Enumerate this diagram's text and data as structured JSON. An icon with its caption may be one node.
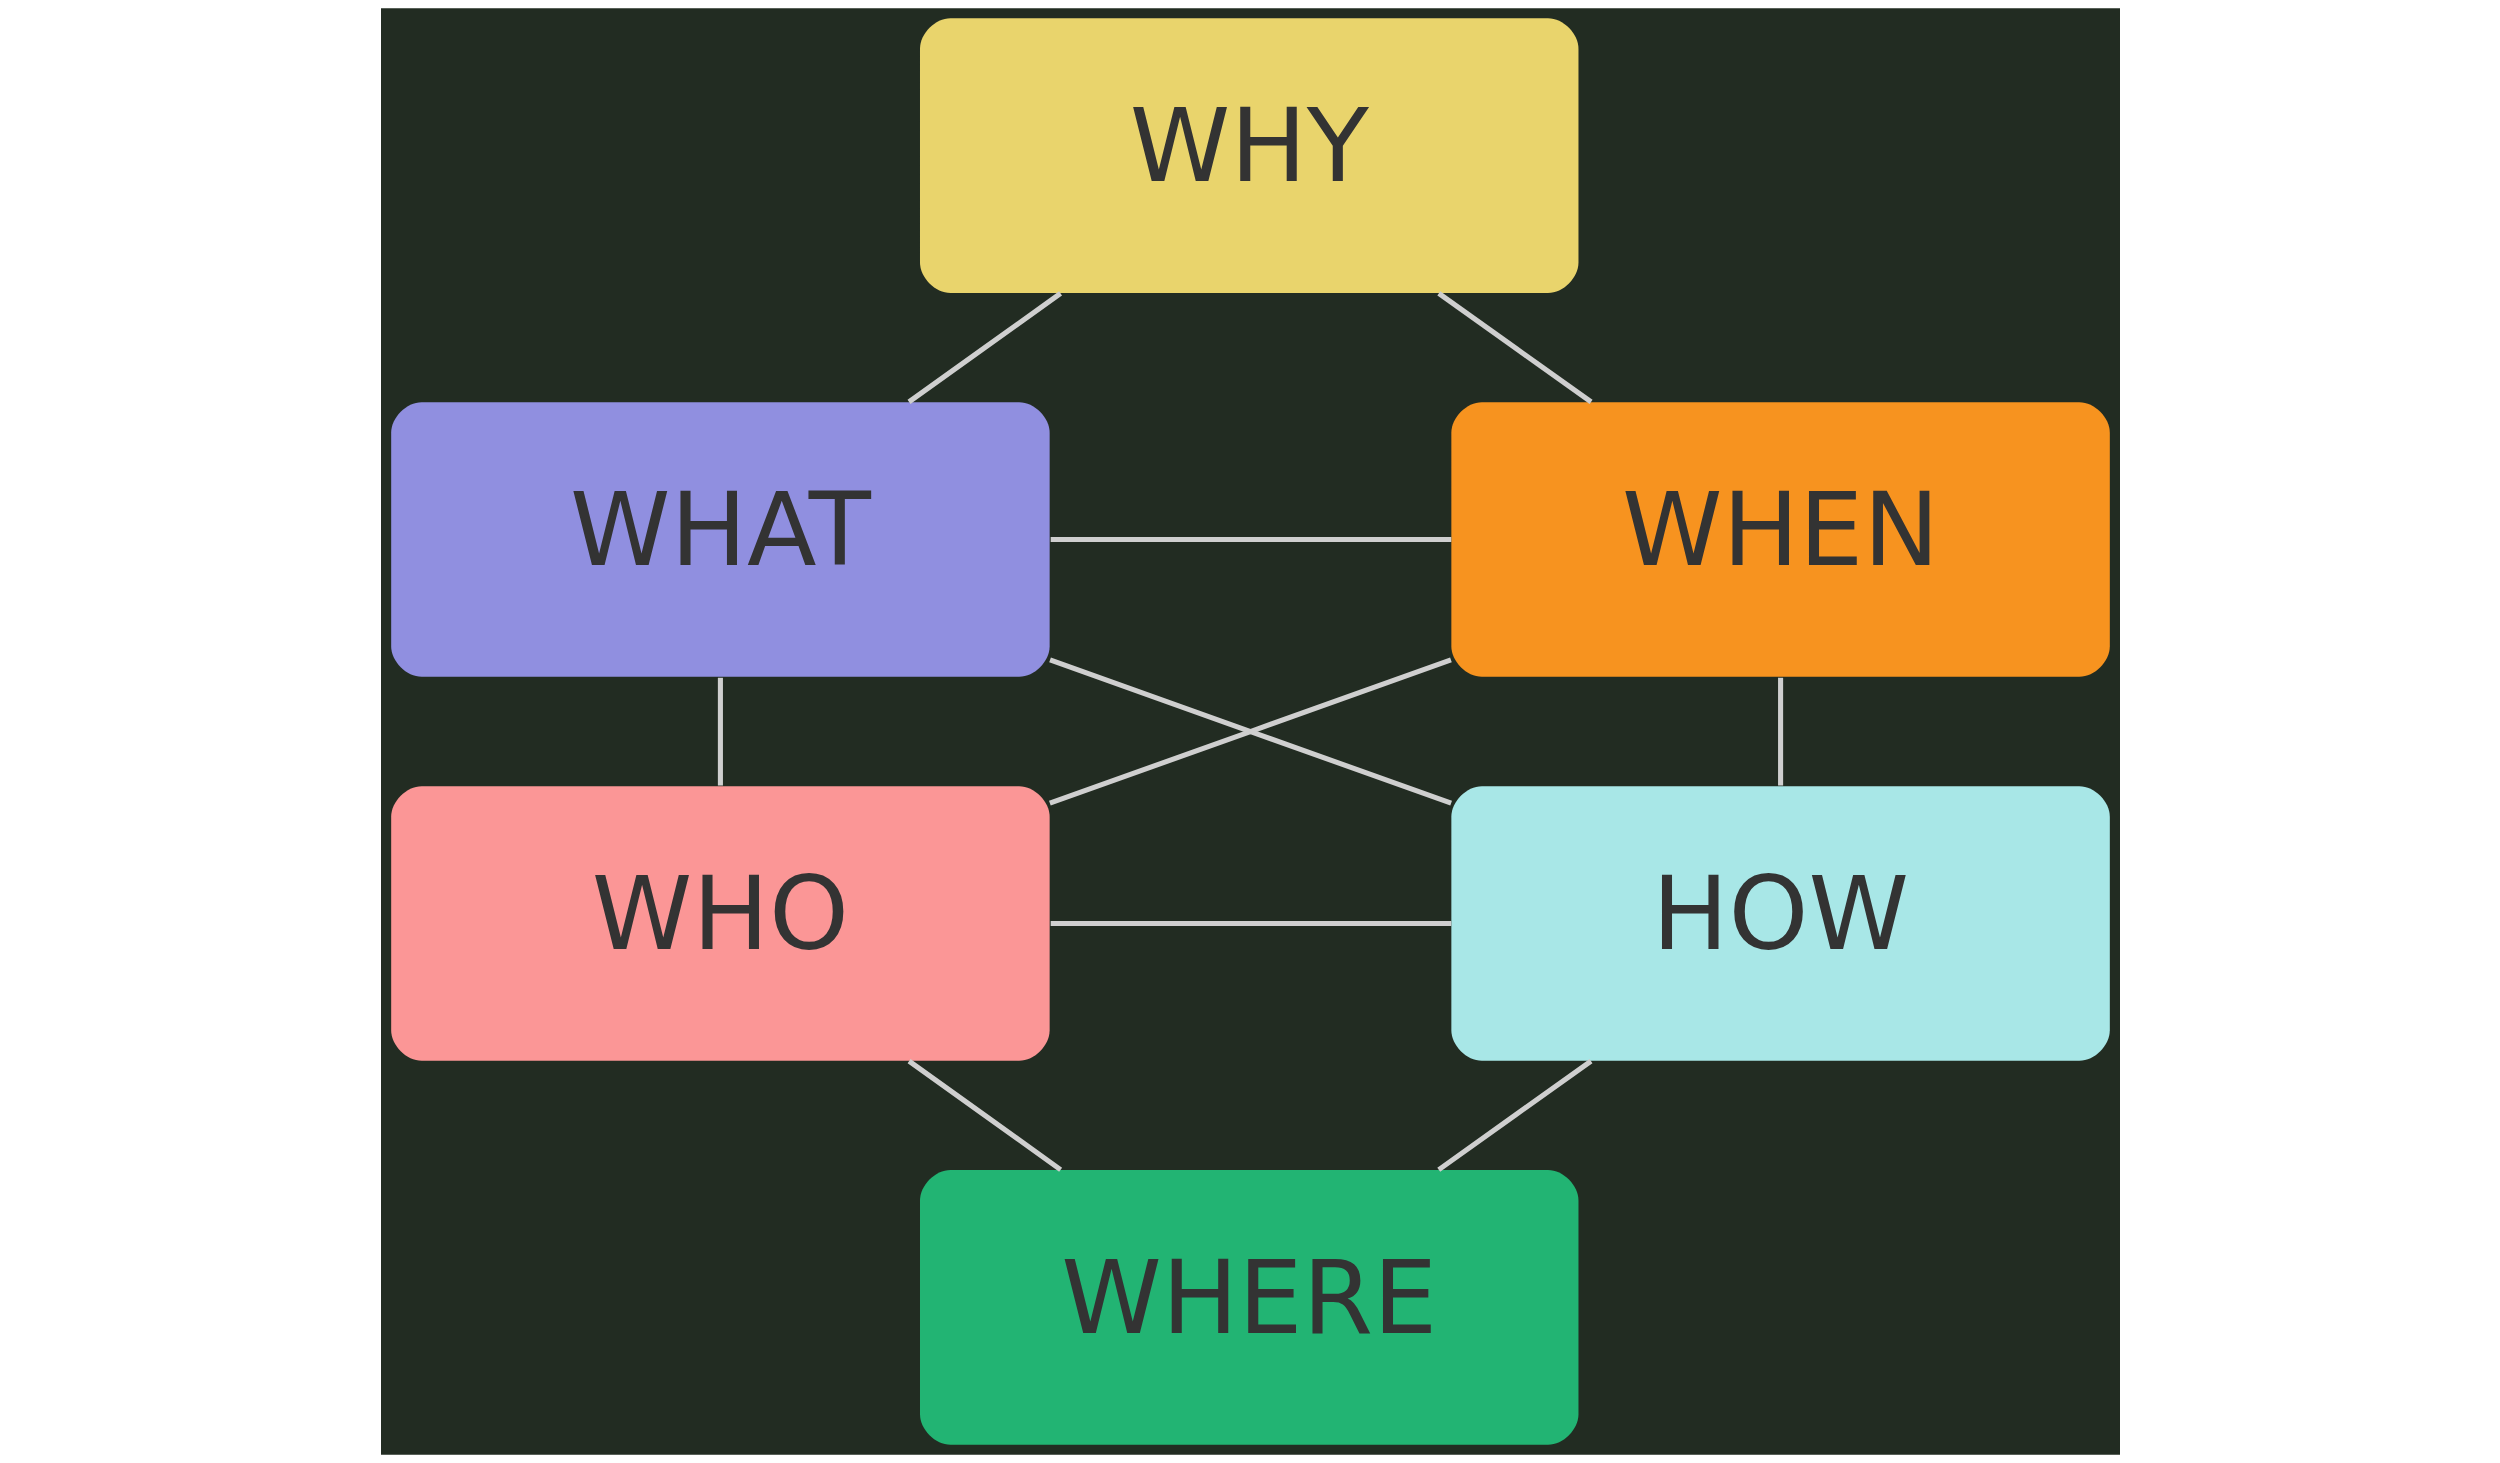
{
  "diagram": {
    "nodes": [
      {
        "text": [
          "WHY"
        ]
      },
      {
        "text": [
          "WHO"
        ]
      },
      {
        "text": [
          "HOW"
        ]
      },
      {
        "text": [
          "WHAT"
        ]
      },
      {
        "text": [
          "WHEN"
        ]
      },
      {
        "text": [
          "WHERE"
        ]
      }
    ],
    "edges": [
      {
        "from": 1,
        "to": 2,
        "arrow": "none"
      },
      {
        "from": 1,
        "to": 3,
        "arrow": "none"
      },
      {
        "from": 1,
        "to": 5,
        "arrow": "none"
      },
      {
        "from": 1,
        "to": 4,
        "arrow": "none"
      },
      {
        "from": 0,
        "to": 3,
        "arrow": "none"
      },
      {
        "from": 0,
        "to": 4,
        "arrow": "none"
      },
      {
        "from": 3,
        "to": 2,
        "arrow": "none"
      },
      {
        "from": 3,
        "to": 4,
        "arrow": "none"
      },
      {
        "from": 2,
        "to": 5,
        "arrow": "none"
      },
      {
        "from": 2,
        "to": 4,
        "arrow": "none"
      }
    ]
  }
}
